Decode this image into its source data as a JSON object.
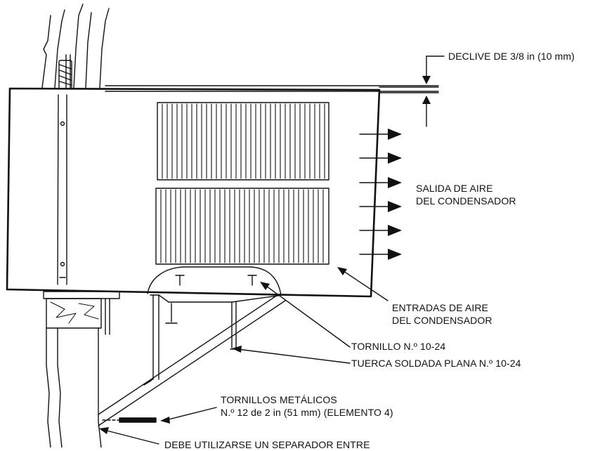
{
  "labels": {
    "slope": "DECLIVE DE 3/8 in (10 mm)",
    "air_outlet": [
      "SALIDA DE AIRE",
      "DEL CONDENSADOR"
    ],
    "air_inlets": [
      "ENTRADAS DE AIRE",
      "DEL CONDENSADOR"
    ],
    "screw": "TORNILLO N.º 10-24",
    "nut": "TUERCA SOLDADA PLANA N.º 10-24",
    "metal_screws": [
      "TORNILLOS METÁLICOS",
      "N.º 12 de 2 in (51 mm) (ELEMENTO 4)"
    ],
    "spacer_note": "DEBE UTILIZARSE UN SEPARADOR ENTRE"
  },
  "colors": {
    "line": "#111111",
    "background": "#ffffff"
  }
}
